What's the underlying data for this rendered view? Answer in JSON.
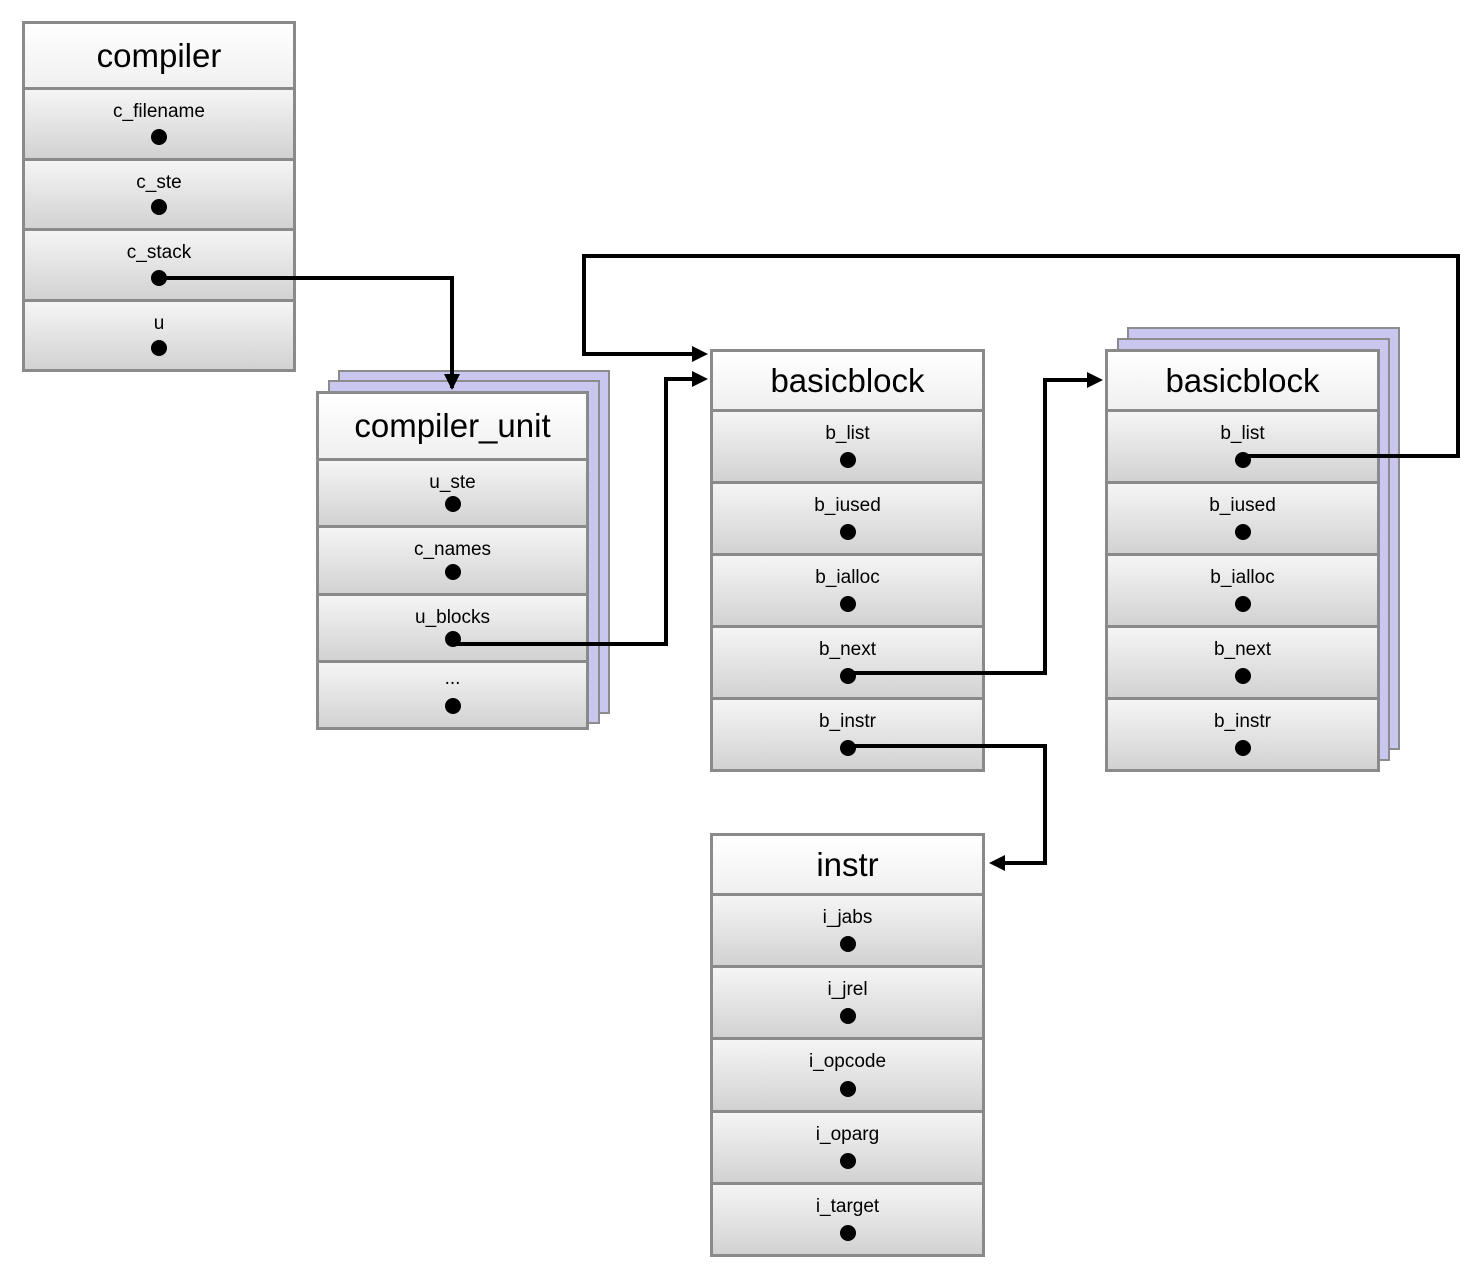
{
  "structs": {
    "compiler": {
      "title": "compiler",
      "fields": [
        "c_filename",
        "c_ste",
        "c_stack",
        "u"
      ]
    },
    "compiler_unit": {
      "title": "compiler_unit",
      "fields": [
        "u_ste",
        "c_names",
        "u_blocks",
        "..."
      ]
    },
    "basicblock_1": {
      "title": "basicblock",
      "fields": [
        "b_list",
        "b_iused",
        "b_ialloc",
        "b_next",
        "b_instr"
      ]
    },
    "basicblock_2": {
      "title": "basicblock",
      "fields": [
        "b_list",
        "b_iused",
        "b_ialloc",
        "b_next",
        "b_instr"
      ]
    },
    "instr": {
      "title": "instr",
      "fields": [
        "i_jabs",
        "i_jrel",
        "i_opcode",
        "i_oparg",
        "i_target"
      ]
    }
  },
  "colors": {
    "border": "#8a8a8a",
    "stack_layer": "#c9c7ef",
    "field_top": "#f5f5f5",
    "field_bottom": "#d2d2d2",
    "wire": "#000000"
  }
}
